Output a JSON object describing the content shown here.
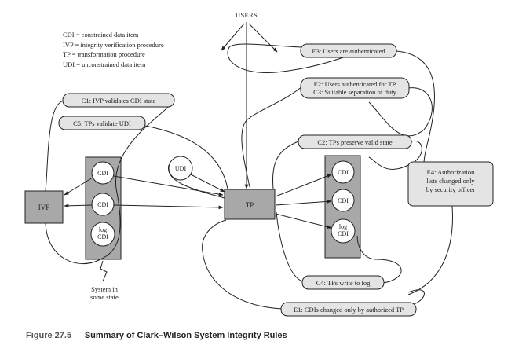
{
  "legend": {
    "cdi": "CDI = constrained data item",
    "ivp": "IVP = integrity verification procedure",
    "tp": "TP = transformation procedure",
    "udi": "UDI = unconstrained data item"
  },
  "users_label": "USERS",
  "nodes": {
    "ivp": "IVP",
    "tp": "TP",
    "udi": "UDI",
    "left_cdi_1": "CDI",
    "left_cdi_2": "CDI",
    "left_log_1": "log",
    "left_log_2": "CDI",
    "right_cdi_1": "CDI",
    "right_cdi_2": "CDI",
    "right_log_1": "log",
    "right_log_2": "CDI"
  },
  "rules": {
    "c1": "C1: IVP validates CDI state",
    "c5": "C5: TPs validate UDI",
    "e3": "E3: Users are authenticated",
    "e2_line1": "E2: Users authenticated for TP",
    "e2_line2": "C3: Suitable separation of duty",
    "c2": "C2: TPs preserve valid state",
    "e4_line1": "E4: Authorization",
    "e4_line2": "lists changed only",
    "e4_line3": "by security officer",
    "c4": "C4: TPs write to log",
    "e1": "E1: CDIs changed only by authorized TP"
  },
  "system_state": {
    "line1": "System in",
    "line2": "some state"
  },
  "caption": {
    "number": "Figure 27.5",
    "title": "Summary of Clark–Wilson System Integrity Rules"
  },
  "colors": {
    "box_fill": "#a8a8a8",
    "label_fill": "#e4e4e4",
    "stroke": "#222222"
  }
}
